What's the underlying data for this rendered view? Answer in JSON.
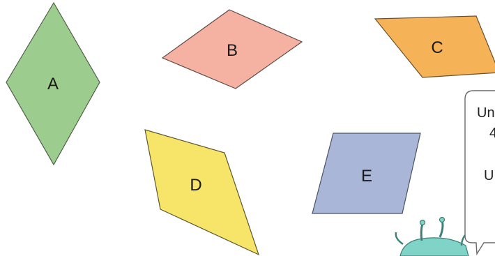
{
  "shapes": [
    {
      "id": "A",
      "label": "A",
      "fill": "#9dcc8f",
      "stroke": "#4f5f49"
    },
    {
      "id": "B",
      "label": "B",
      "fill": "#f5b2a2",
      "stroke": "#5f4a45"
    },
    {
      "id": "C",
      "label": "C",
      "fill": "#f5b257",
      "stroke": "#6a5030"
    },
    {
      "id": "D",
      "label": "D",
      "fill": "#f7e56a",
      "stroke": "#5d5830"
    },
    {
      "id": "E",
      "label": "E",
      "fill": "#a9b6d8",
      "stroke": "#4b5263"
    }
  ],
  "speech_bubble": {
    "line1": "Un",
    "line2": "4",
    "line3": "U"
  },
  "character": {
    "icon": "alien-creature-icon",
    "color": "#7fd3c7"
  }
}
